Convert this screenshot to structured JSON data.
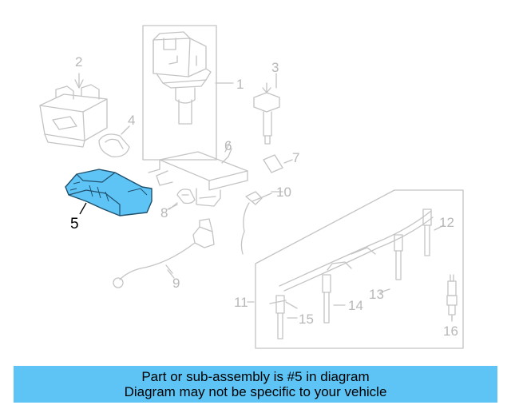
{
  "diagram": {
    "callouts": {
      "c1": "1",
      "c2": "2",
      "c3": "3",
      "c4": "4",
      "c5": "5",
      "c6": "6",
      "c7": "7",
      "c8": "8",
      "c9": "9",
      "c10": "10",
      "c11": "11",
      "c12": "12",
      "c13": "13",
      "c14": "14",
      "c15": "15",
      "c16": "16"
    },
    "highlighted_part": "5"
  },
  "banner": {
    "line1": "Part or sub-assembly is #5 in diagram",
    "line2": "Diagram may not be specific to your vehicle"
  },
  "colors": {
    "highlight": "#5ec4f5",
    "parts": "#c4c4c4",
    "banner": "#5ec4f5"
  }
}
